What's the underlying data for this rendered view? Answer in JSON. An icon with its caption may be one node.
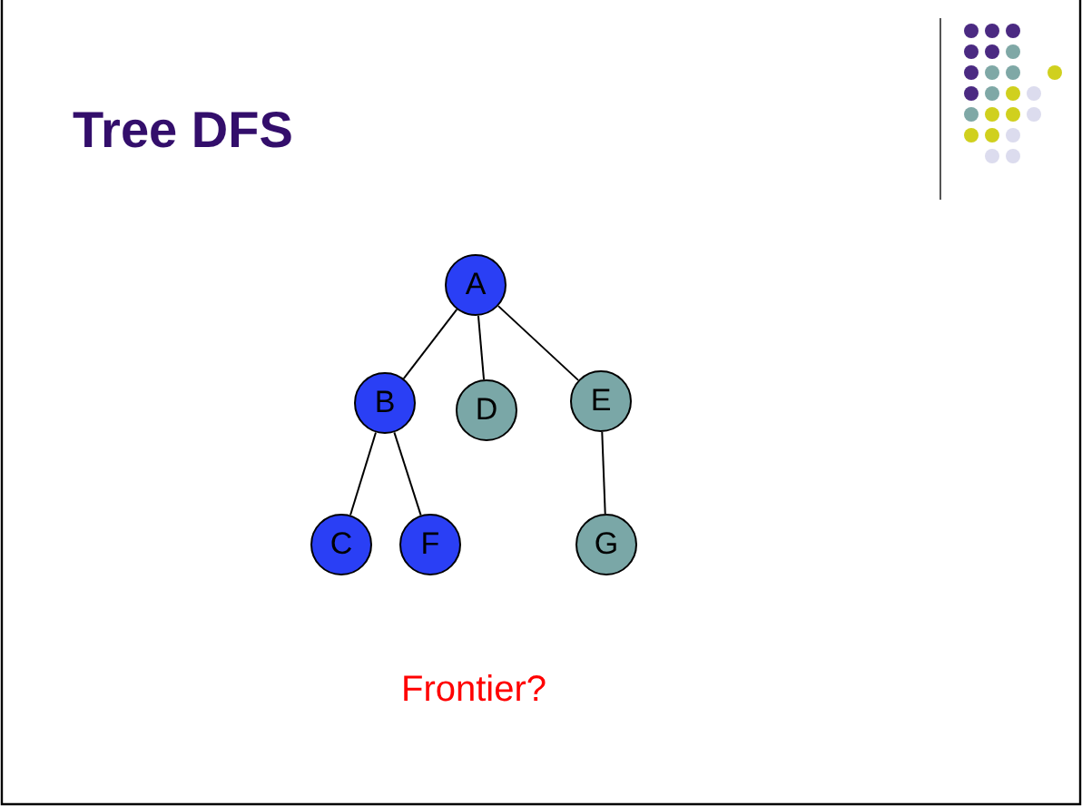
{
  "diagram": {
    "title": "Tree DFS",
    "nodes": [
      {
        "text": [
          "A"
        ]
      },
      {
        "text": [
          "B"
        ]
      },
      {
        "text": [
          "D"
        ]
      },
      {
        "text": [
          "E"
        ]
      },
      {
        "text": [
          "C"
        ]
      },
      {
        "text": [
          "F"
        ]
      },
      {
        "text": [
          "G"
        ]
      }
    ],
    "edges": [
      {
        "from": 0,
        "to": 1,
        "arrow": "none"
      },
      {
        "from": 0,
        "to": 2,
        "arrow": "none"
      },
      {
        "from": 0,
        "to": 3,
        "arrow": "none"
      },
      {
        "from": 1,
        "to": 4,
        "arrow": "none"
      },
      {
        "from": 1,
        "to": 5,
        "arrow": "none"
      },
      {
        "from": 3,
        "to": 6,
        "arrow": "none"
      }
    ],
    "labels": [
      "Frontier?"
    ]
  }
}
